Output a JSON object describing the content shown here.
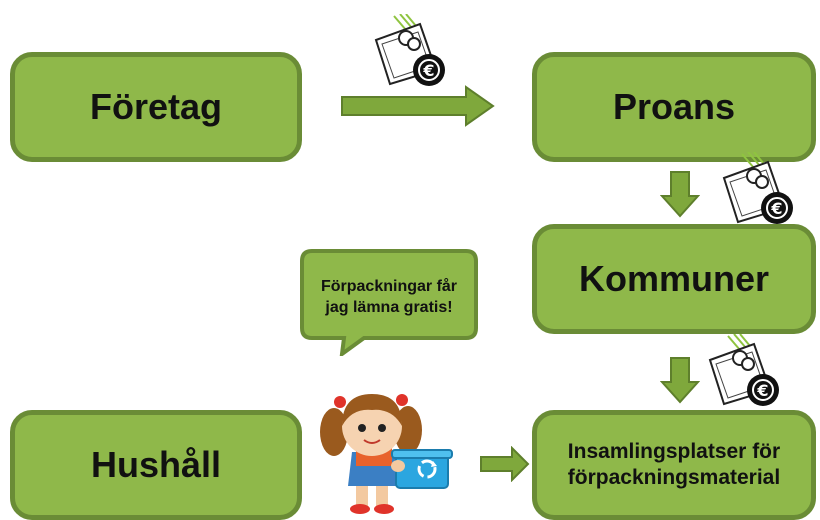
{
  "nodes": {
    "foretag": "Företag",
    "proans": "Proans",
    "kommuner": "Kommuner",
    "hushall": "Hushåll",
    "insamling": "Insamlingsplatser för förpackningsmaterial"
  },
  "speech_bubble": "Förpackningar får jag lämna gratis!",
  "icons": [
    "money-euro-icon",
    "money-euro-icon",
    "money-euro-icon",
    "girl-recycling-illustration",
    "recycle-icon"
  ],
  "colors": {
    "box_fill": "#8fb84a",
    "box_border": "#6a8c36",
    "arrow": "#7fa83c",
    "bubble_fill": "#8fb84a"
  }
}
